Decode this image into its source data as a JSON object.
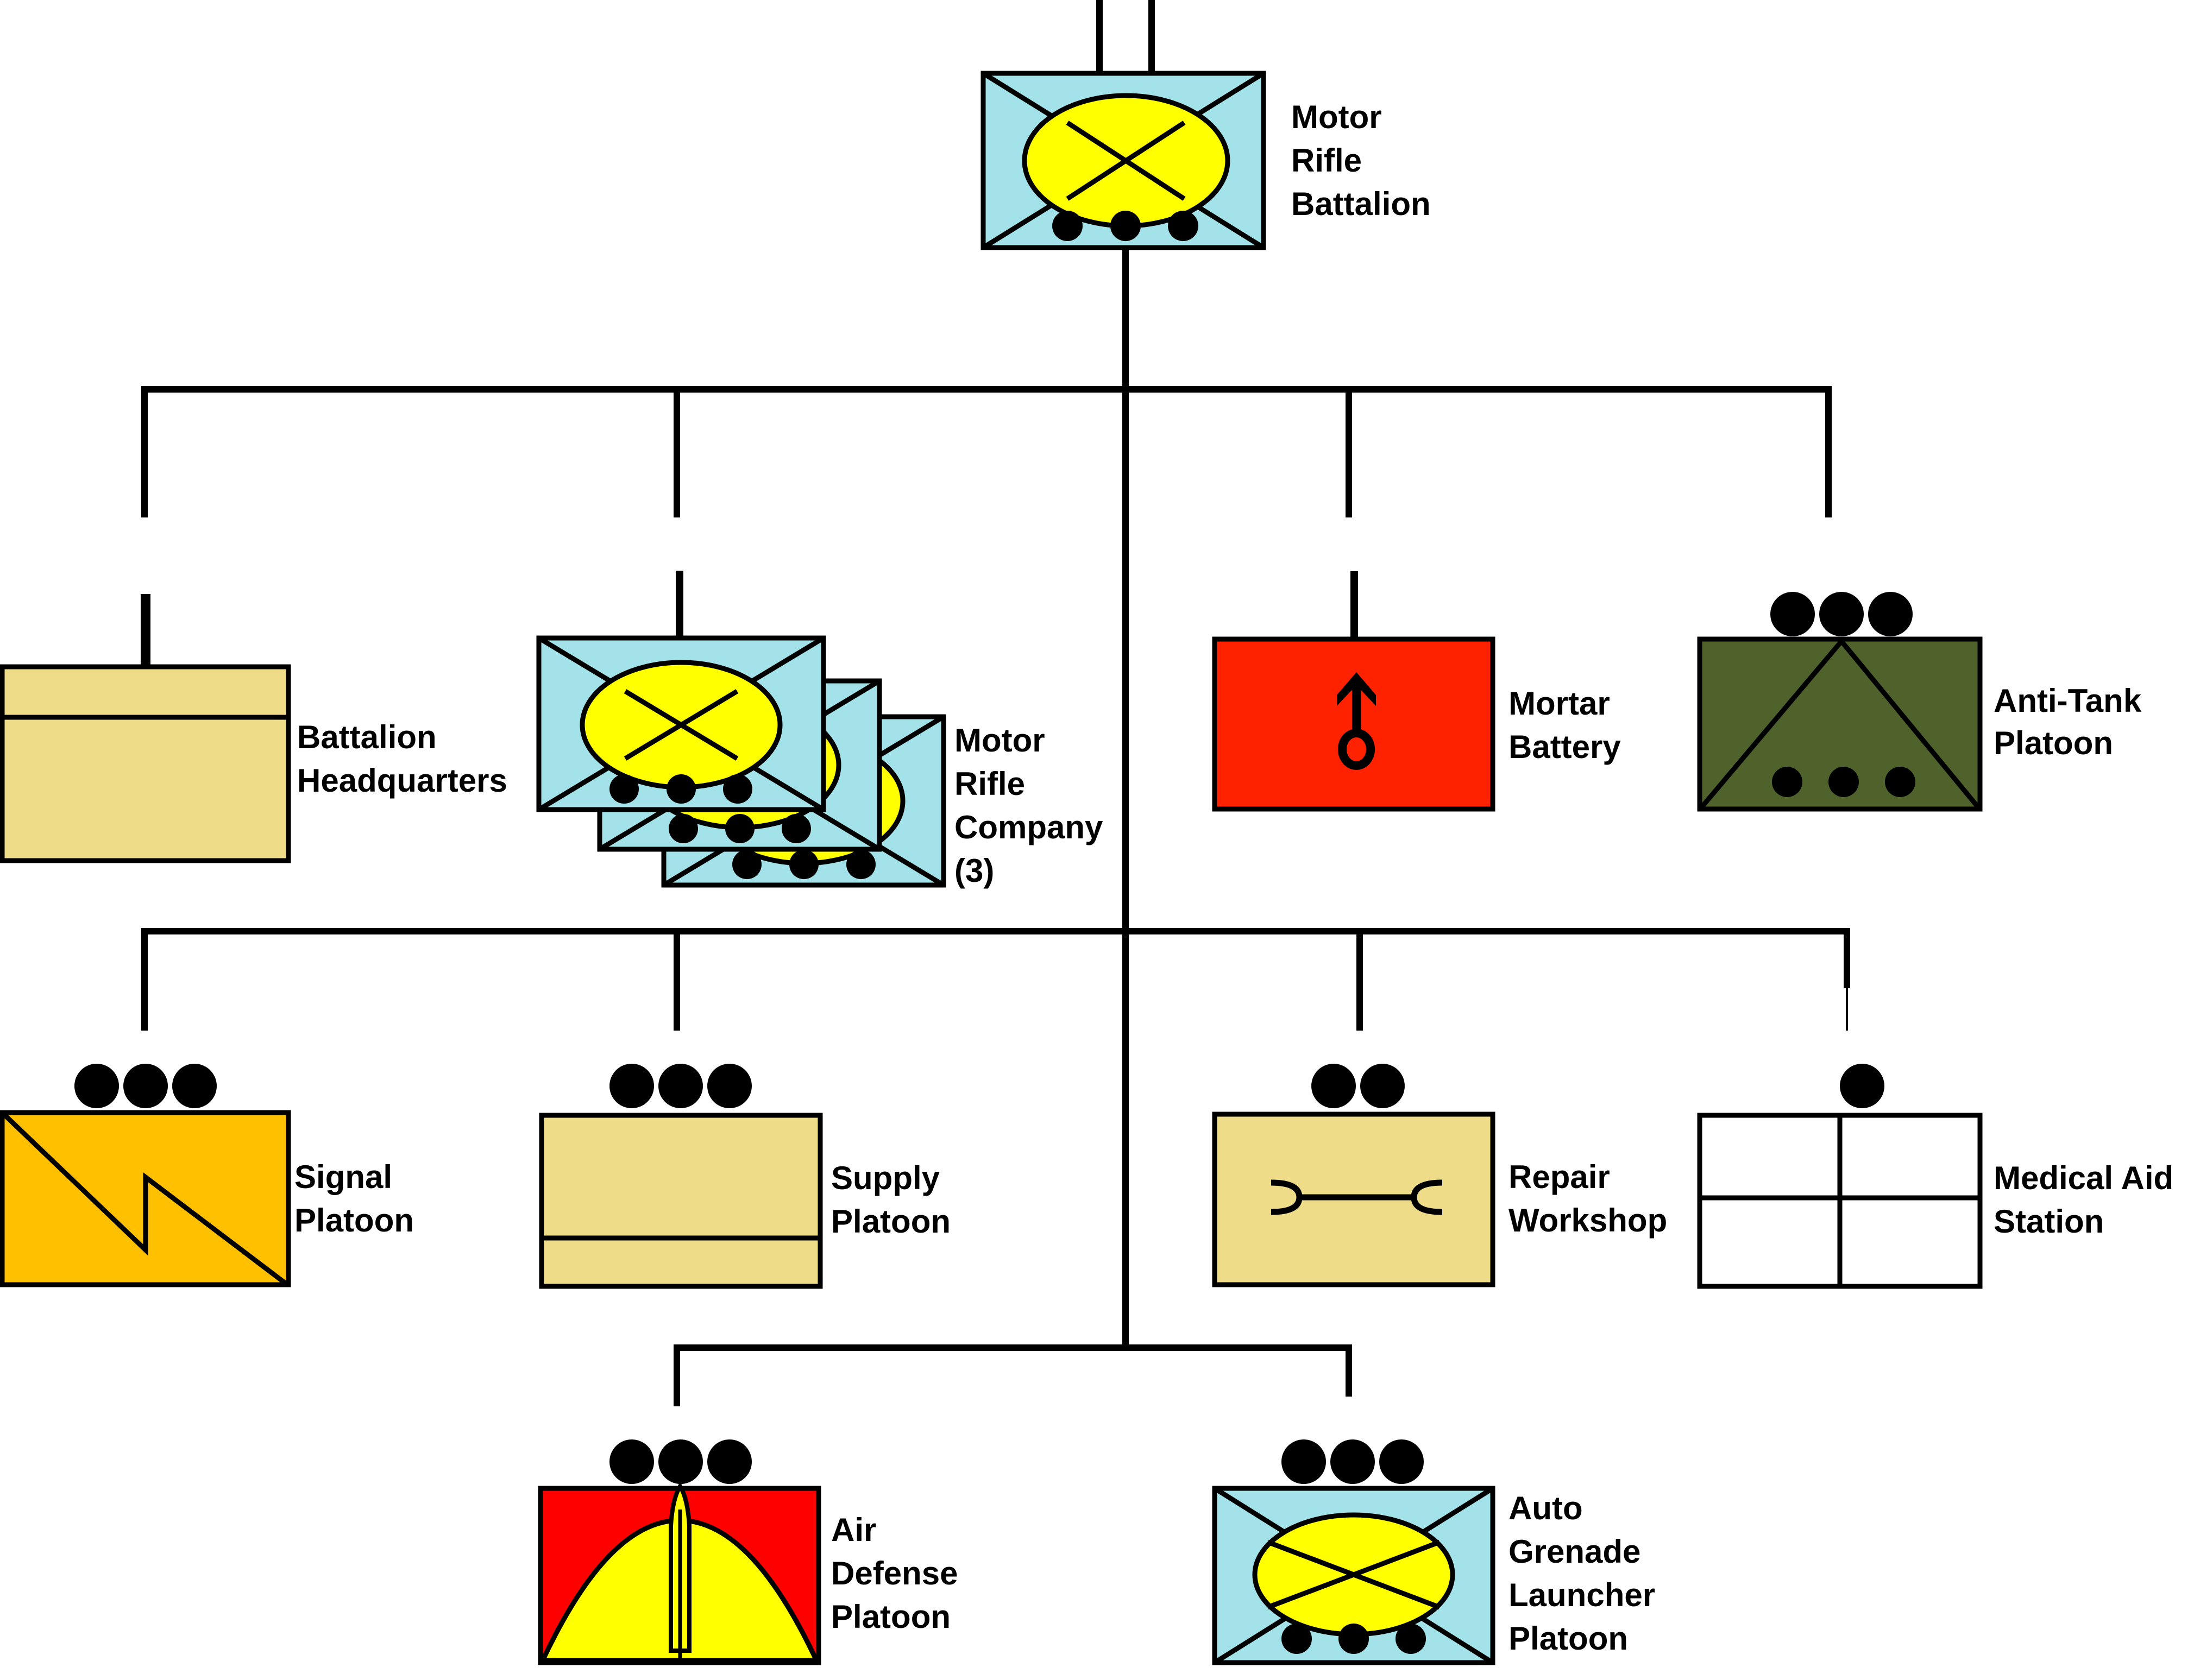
{
  "diagram": {
    "title": "Motor Rifle Battalion organization",
    "colors": {
      "infantry_blue": "#A3E2E8",
      "infantry_oval": "#FFFF00",
      "support_tan": "#EEDC88",
      "artillery_red": "#FF2200",
      "air_defense_red": "#FF0000",
      "anti_tank_green": "#4F622C",
      "signal_gold": "#FFC000",
      "medical_white": "#FFFFFF",
      "line": "#000000"
    },
    "root": {
      "label_lines": [
        "Motor",
        "Rifle",
        "Battalion"
      ],
      "symbol": "mechanized-infantry",
      "echelon": "battalion",
      "echelon_marker": "II",
      "unit_size_dots": 3
    },
    "units": [
      {
        "id": "hq",
        "label_lines": [
          "Battalion",
          "Headquarters"
        ],
        "symbol": "headquarters",
        "echelon_marker": "none",
        "dots": 0
      },
      {
        "id": "mr-company",
        "label_lines": [
          "Motor",
          "Rifle",
          "Company",
          "(3)"
        ],
        "symbol": "mechanized-infantry",
        "echelon_marker": "I",
        "count": 3,
        "dots": 3
      },
      {
        "id": "mortar",
        "label_lines": [
          "Mortar",
          "Battery"
        ],
        "symbol": "mortar",
        "echelon_marker": "I",
        "dots": 0
      },
      {
        "id": "anti-tank",
        "label_lines": [
          "Anti-Tank",
          "Platoon"
        ],
        "symbol": "anti-tank",
        "echelon_marker": "dots",
        "dots": 3
      },
      {
        "id": "signal",
        "label_lines": [
          "Signal",
          "Platoon"
        ],
        "symbol": "signal",
        "echelon_marker": "dots",
        "dots": 3
      },
      {
        "id": "supply",
        "label_lines": [
          "Supply",
          "Platoon"
        ],
        "symbol": "supply",
        "echelon_marker": "dots",
        "dots": 3
      },
      {
        "id": "repair",
        "label_lines": [
          "Repair",
          "Workshop"
        ],
        "symbol": "maintenance",
        "echelon_marker": "dots",
        "dots": 2
      },
      {
        "id": "medical",
        "label_lines": [
          "Medical Aid",
          "Station"
        ],
        "symbol": "medical",
        "echelon_marker": "dots",
        "dots": 1
      },
      {
        "id": "air-defense",
        "label_lines": [
          "Air",
          "Defense",
          "Platoon"
        ],
        "symbol": "air-defense-missile",
        "echelon_marker": "dots",
        "dots": 3
      },
      {
        "id": "agl",
        "label_lines": [
          "Auto",
          "Grenade",
          "Launcher",
          "Platoon"
        ],
        "symbol": "mechanized-infantry",
        "echelon_marker": "dots",
        "dots": 3
      }
    ]
  }
}
